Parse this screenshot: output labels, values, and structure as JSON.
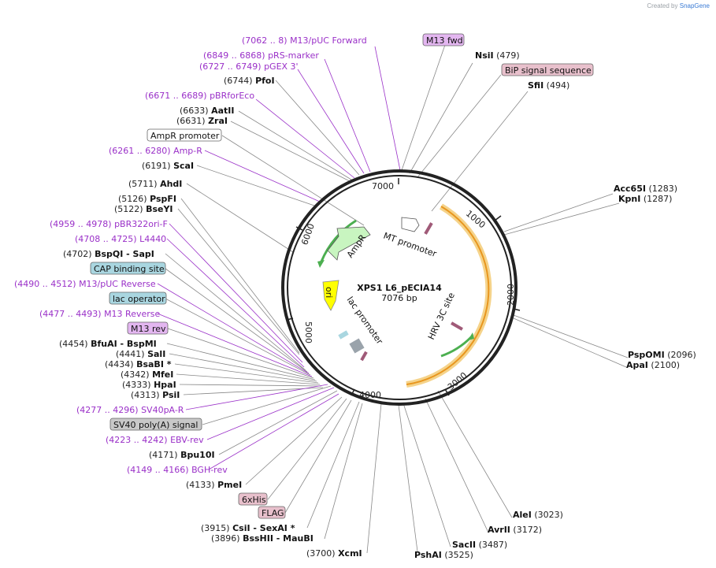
{
  "credit": {
    "prefix": "Created by",
    "brand": "SnapGene"
  },
  "plasmid": {
    "name": "XPS1 L6_pECIA14",
    "size": "7076 bp"
  },
  "ticks": [
    "1000",
    "2000",
    "3000",
    "4000",
    "5000",
    "6000",
    "7000"
  ],
  "features": [
    {
      "name": "AmpR",
      "kind": "gene",
      "color": "#c8f5c0"
    },
    {
      "name": "ori",
      "kind": "origin",
      "color": "#ffff00"
    },
    {
      "name": "MT promoter",
      "kind": "promoter",
      "color": "#ffffff"
    },
    {
      "name": "lac promoter",
      "kind": "promoter",
      "color": "#ffffff"
    },
    {
      "name": "HRV 3C site",
      "kind": "site",
      "color": "#a05a78"
    }
  ],
  "left_labels": [
    {
      "pos": "(7062 .. 8)",
      "name": "M13/pUC Forward",
      "kind": "primer"
    },
    {
      "pos": "(6849 .. 6868)",
      "name": "pRS-marker",
      "kind": "primer"
    },
    {
      "pos": "(6727 .. 6749)",
      "name": "pGEX 3'",
      "kind": "primer"
    },
    {
      "pos": "(6744)",
      "name": "PfoI",
      "kind": "enzyme"
    },
    {
      "pos": "(6671 .. 6689)",
      "name": "pBRforEco",
      "kind": "primer"
    },
    {
      "pos": "(6633)",
      "name": "AatII",
      "kind": "enzyme"
    },
    {
      "pos": "(6631)",
      "name": "ZraI",
      "kind": "enzyme"
    },
    {
      "pos": "",
      "name": "AmpR promoter",
      "kind": "feature",
      "color": "#ffffff"
    },
    {
      "pos": "(6261 .. 6280)",
      "name": "Amp-R",
      "kind": "primer"
    },
    {
      "pos": "(6191)",
      "name": "ScaI",
      "kind": "enzyme"
    },
    {
      "pos": "(5711)",
      "name": "AhdI",
      "kind": "enzyme"
    },
    {
      "pos": "(5126)",
      "name": "PspFI",
      "kind": "enzyme"
    },
    {
      "pos": "(5122)",
      "name": "BseYI",
      "kind": "enzyme"
    },
    {
      "pos": "(4959 .. 4978)",
      "name": "pBR322ori-F",
      "kind": "primer"
    },
    {
      "pos": "(4708 .. 4725)",
      "name": "L4440",
      "kind": "primer"
    },
    {
      "pos": "(4702)",
      "name": "BspQI - SapI",
      "kind": "enzyme"
    },
    {
      "pos": "",
      "name": "CAP binding site",
      "kind": "feature",
      "color": "#a9d6e0"
    },
    {
      "pos": "(4490 .. 4512)",
      "name": "M13/pUC Reverse",
      "kind": "primer"
    },
    {
      "pos": "",
      "name": "lac operator",
      "kind": "feature",
      "color": "#a9d6e0"
    },
    {
      "pos": "(4477 .. 4493)",
      "name": "M13 Reverse",
      "kind": "primer"
    },
    {
      "pos": "",
      "name": "M13 rev",
      "kind": "feature",
      "color": "#e3b6f0"
    },
    {
      "pos": "(4454)",
      "name": "BfuAI - BspMI",
      "kind": "enzyme"
    },
    {
      "pos": "(4441)",
      "name": "SalI",
      "kind": "enzyme"
    },
    {
      "pos": "(4434)",
      "name": "BsaBI *",
      "kind": "enzyme"
    },
    {
      "pos": "(4342)",
      "name": "MfeI",
      "kind": "enzyme"
    },
    {
      "pos": "(4333)",
      "name": "HpaI",
      "kind": "enzyme"
    },
    {
      "pos": "(4313)",
      "name": "PsiI",
      "kind": "enzyme"
    },
    {
      "pos": "(4277 .. 4296)",
      "name": "SV40pA-R",
      "kind": "primer"
    },
    {
      "pos": "",
      "name": "SV40 poly(A) signal",
      "kind": "feature",
      "color": "#c8c8c8"
    },
    {
      "pos": "(4223 .. 4242)",
      "name": "EBV-rev",
      "kind": "primer"
    },
    {
      "pos": "(4171)",
      "name": "Bpu10I",
      "kind": "enzyme"
    },
    {
      "pos": "(4149 .. 4166)",
      "name": "BGH-rev",
      "kind": "primer"
    },
    {
      "pos": "(4133)",
      "name": "PmeI",
      "kind": "enzyme"
    },
    {
      "pos": "",
      "name": "6xHis",
      "kind": "feature",
      "color": "#e8c0cc"
    },
    {
      "pos": "",
      "name": "FLAG",
      "kind": "feature",
      "color": "#e8c0cc"
    },
    {
      "pos": "(3915)",
      "name": "CsiI - SexAI *",
      "kind": "enzyme"
    },
    {
      "pos": "(3896)",
      "name": "BssHII - MauBI",
      "kind": "enzyme"
    },
    {
      "pos": "(3700)",
      "name": "XcmI",
      "kind": "enzyme"
    }
  ],
  "right_labels": [
    {
      "pos": "",
      "name": "M13 fwd",
      "kind": "feature",
      "color": "#e3b6f0"
    },
    {
      "pos": "(479)",
      "name": "NsiI",
      "kind": "enzyme"
    },
    {
      "pos": "",
      "name": "BiP signal sequence",
      "kind": "feature",
      "color": "#e8c0cc"
    },
    {
      "pos": "(494)",
      "name": "SfiI",
      "kind": "enzyme"
    },
    {
      "pos": "(1283)",
      "name": "Acc65I",
      "kind": "enzyme"
    },
    {
      "pos": "(1287)",
      "name": "KpnI",
      "kind": "enzyme"
    },
    {
      "pos": "(2096)",
      "name": "PspOMI",
      "kind": "enzyme"
    },
    {
      "pos": "(2100)",
      "name": "ApaI",
      "kind": "enzyme"
    },
    {
      "pos": "(3023)",
      "name": "AleI",
      "kind": "enzyme"
    },
    {
      "pos": "(3172)",
      "name": "AvrII",
      "kind": "enzyme"
    },
    {
      "pos": "(3487)",
      "name": "SacII",
      "kind": "enzyme"
    },
    {
      "pos": "(3525)",
      "name": "PshAI",
      "kind": "enzyme"
    }
  ]
}
